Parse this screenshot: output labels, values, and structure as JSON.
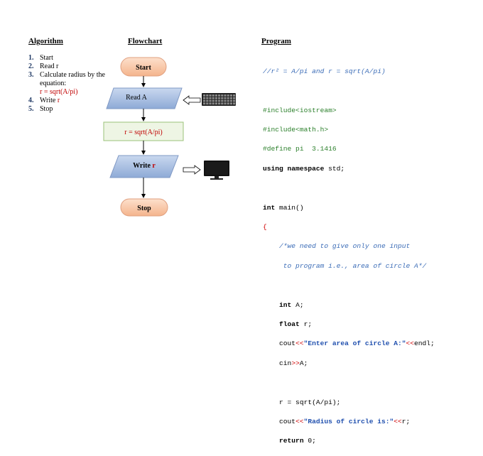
{
  "headings": {
    "algorithm": "Algorithm",
    "flowchart": "Flowchart",
    "program": "Program"
  },
  "algorithm": {
    "steps": [
      {
        "num": "1.",
        "text": "Start"
      },
      {
        "num": "2.",
        "text": "Read r"
      },
      {
        "num": "3.",
        "text": "Calculate radius by the equation:",
        "extra": "r = sqrt(A/pi)"
      },
      {
        "num": "4.",
        "text": "Write ",
        "extra_inline": "r"
      },
      {
        "num": "5.",
        "text": "Stop"
      }
    ]
  },
  "flowchart": {
    "start": "Start",
    "read": "Read   A",
    "process": "r = sqrt(A/pi)",
    "write": "Write ",
    "write_var": "r",
    "stop": "Stop",
    "colors": {
      "terminal_fill": "#f8c8a8",
      "io_fill": "#a9bfe0",
      "process_fill": "#eef5e4",
      "process_border": "#9bc27a"
    }
  },
  "program": {
    "comment1": "//r² = A/pi and r = sqrt(A/pi)",
    "inc1": "#include<iostream>",
    "inc2": "#include<math.h>",
    "define": "#define pi  3.1416",
    "using_kw": "using namespace",
    "using_rest": " std;",
    "main_kw": "int",
    "main_rest": " main()",
    "open_brace": "{",
    "comment2a": "/*we need to give only one input",
    "comment2b": " to program i.e., area of circle A*/",
    "decl_int_kw": "int",
    "decl_int_rest": " A;",
    "decl_float_kw": "float",
    "decl_float_rest": " r;",
    "cout1_a": "cout",
    "cout1_op": "<<",
    "cout1_str": "\"Enter area of circle A:\"",
    "cout1_op2": "<<",
    "cout1_end": "endl;",
    "cin_a": "cin",
    "cin_op": ">>",
    "cin_end": "A;",
    "assign": "r = sqrt(A/pi);",
    "cout2_a": "cout",
    "cout2_op": "<<",
    "cout2_str": "\"Radius of circle is:\"",
    "cout2_op2": "<<",
    "cout2_end": "r;",
    "return_kw": "return",
    "return_rest": " 0;"
  }
}
